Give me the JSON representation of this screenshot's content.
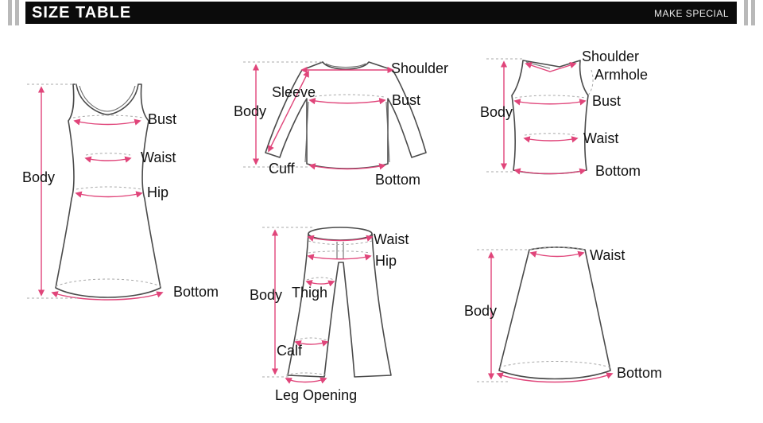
{
  "header": {
    "title": "SIZE TABLE",
    "tagline": "MAKE SPECIAL"
  },
  "colors": {
    "band": "#0b0b0b",
    "accent": "#e0457a",
    "outline": "#4a4a4a",
    "bars": "#b9b9b9"
  },
  "figures": {
    "dress": {
      "name": "dress-diagram",
      "labels": [
        "Bust",
        "Waist",
        "Hip",
        "Body",
        "Bottom"
      ]
    },
    "shirt": {
      "name": "long-sleeve-shirt-diagram",
      "labels": [
        "Shoulder",
        "Sleeve",
        "Body",
        "Bust",
        "Cuff",
        "Bottom"
      ]
    },
    "tank": {
      "name": "tank-top-diagram",
      "labels": [
        "Shoulder",
        "Armhole",
        "Body",
        "Bust",
        "Waist",
        "Bottom"
      ]
    },
    "pants": {
      "name": "pants-diagram",
      "labels": [
        "Waist",
        "Hip",
        "Body",
        "Thigh",
        "Calf",
        "Leg Opening"
      ]
    },
    "skirt": {
      "name": "skirt-diagram",
      "labels": [
        "Waist",
        "Body",
        "Bottom"
      ]
    }
  }
}
